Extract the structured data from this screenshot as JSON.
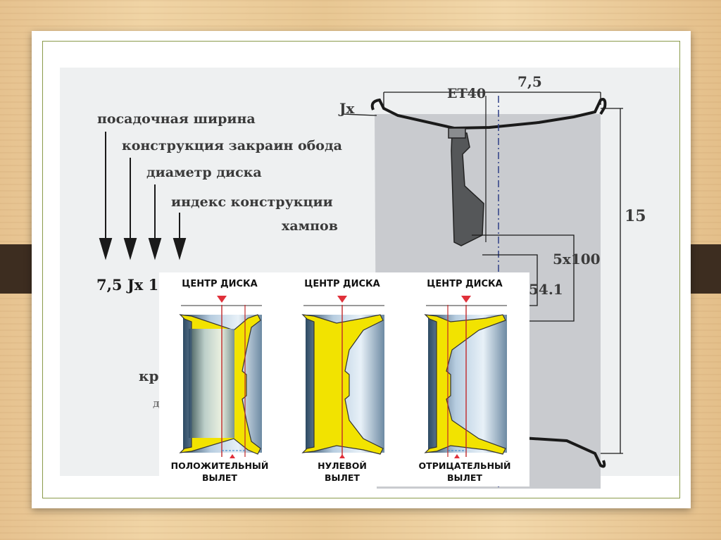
{
  "designation_labels": [
    "посадочная ширина",
    "конструкция закраин обода",
    "диаметр диска",
    "индекс конструкции",
    "хампов"
  ],
  "designation_code": "7,5 Jx 1",
  "partial_texts": [
    "кр",
    "д"
  ],
  "wheel_dimensions": {
    "width": "7,5",
    "offset": "ET40",
    "flange": "Jx",
    "diameter": "15",
    "bolt_pattern": "5x100",
    "center_bore": "54.1"
  },
  "offset_types": [
    {
      "title": "ЦЕНТР ДИСКА",
      "line1": "ПОЛОЖИТЕЛЬНЫЙ",
      "line2": "ВЫЛЕТ"
    },
    {
      "title": "ЦЕНТР ДИСКА",
      "line1": "НУЛЕВОЙ",
      "line2": "ВЫЛЕТ"
    },
    {
      "title": "ЦЕНТР ДИСКА",
      "line1": "ОТРИЦАТЕЛЬНЫЙ",
      "line2": "ВЫЛЕТ"
    }
  ],
  "colors": {
    "wheel_fill": "#c9cbcf",
    "hub_dark": "#555759",
    "rim_yellow": "#f2e300",
    "center_line": "#c0282a",
    "marker_red": "#e0303a"
  }
}
